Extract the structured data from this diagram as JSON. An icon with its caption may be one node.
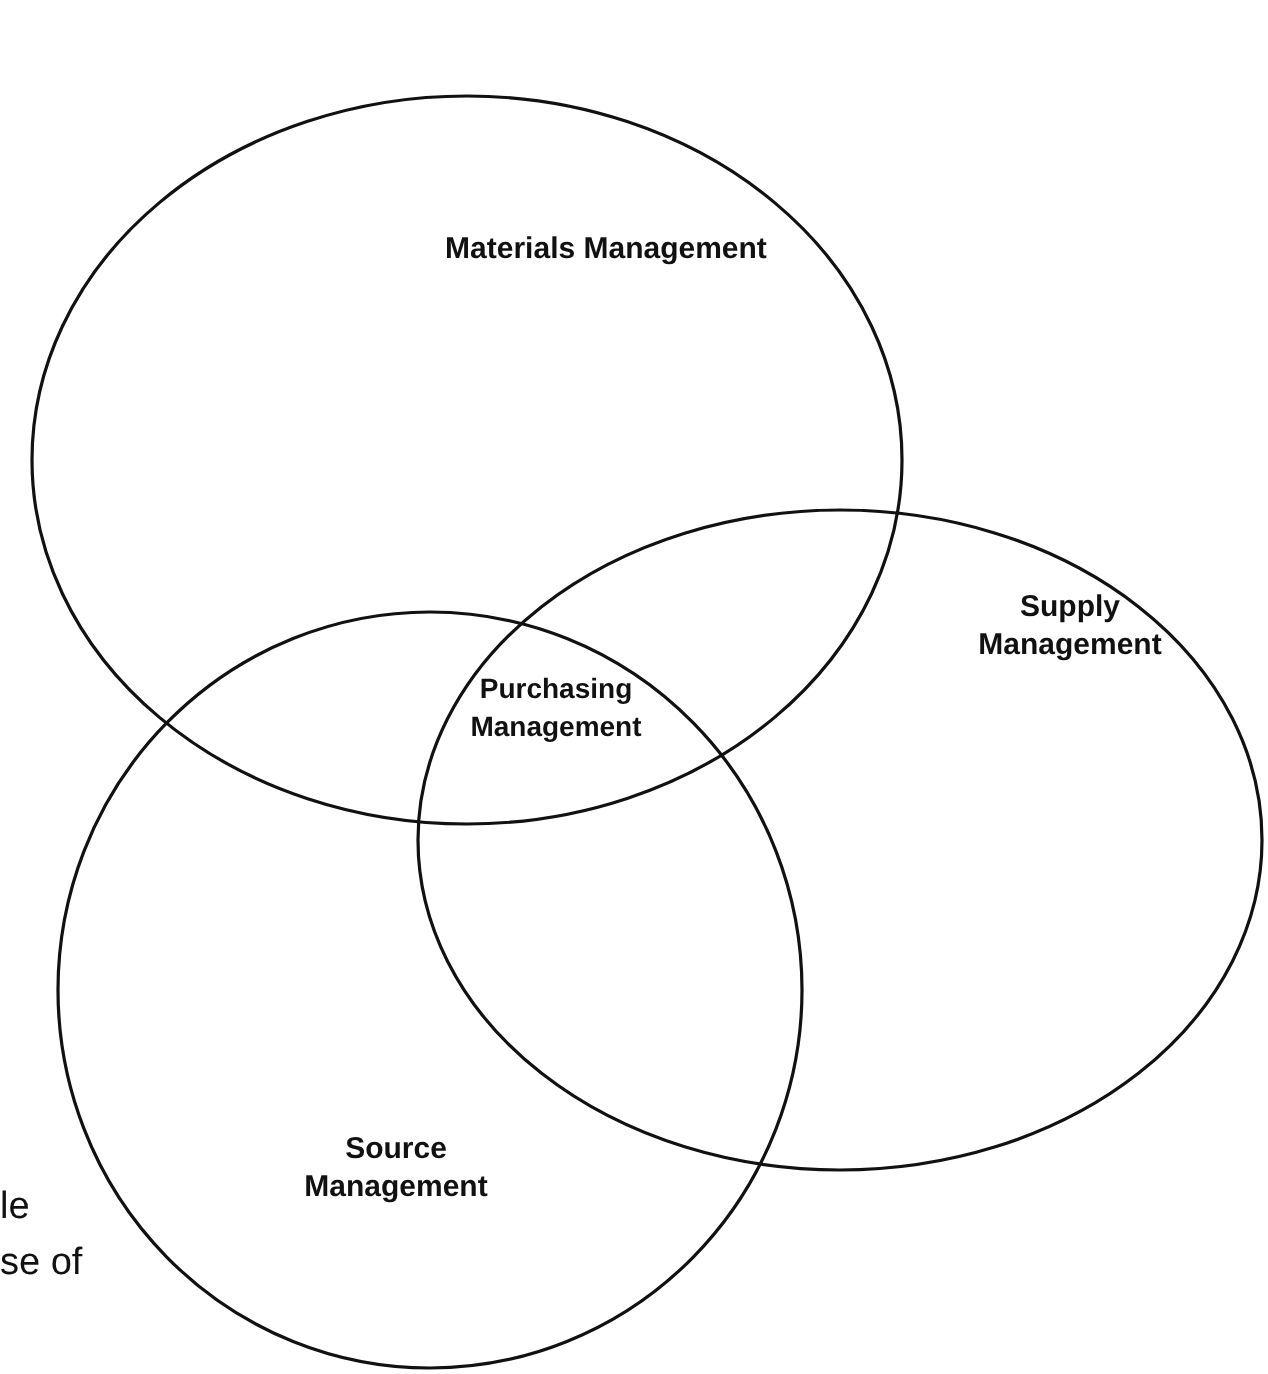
{
  "diagram": {
    "nodes": [
      {
        "text": [
          "Materials Management"
        ]
      },
      {
        "text": [
          "Supply Management"
        ]
      },
      {
        "text": [
          "Source Management"
        ]
      },
      {
        "text": [
          "Purchasing Management"
        ]
      }
    ],
    "labels": [
      "le",
      "se of"
    ]
  }
}
